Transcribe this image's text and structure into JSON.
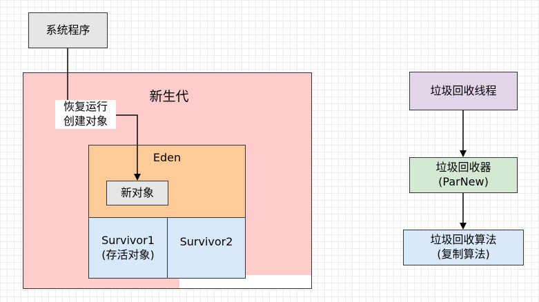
{
  "nodes": {
    "system_program": "系统程序",
    "young_gen": "新生代",
    "resume_label": "恢复运行\n创建对象",
    "eden": "Eden",
    "new_object": "新对象",
    "survivor1": "Survivor1\n(存活对象)",
    "survivor2": "Survivor2",
    "gc_thread": "垃圾回收线程",
    "collector": "垃圾回收器\n(ParNew)",
    "algorithm": "垃圾回收算法\n(复制算法)"
  },
  "colors": {
    "young_gen_fill": "#ffcccc",
    "eden_fill": "#ffcc99",
    "survivor_fill": "#dae8fc",
    "system_fill": "#e6e6e6",
    "gc_thread_fill": "#e1d5e7",
    "collector_fill": "#d5e8d4",
    "algorithm_fill": "#dae8fc"
  }
}
